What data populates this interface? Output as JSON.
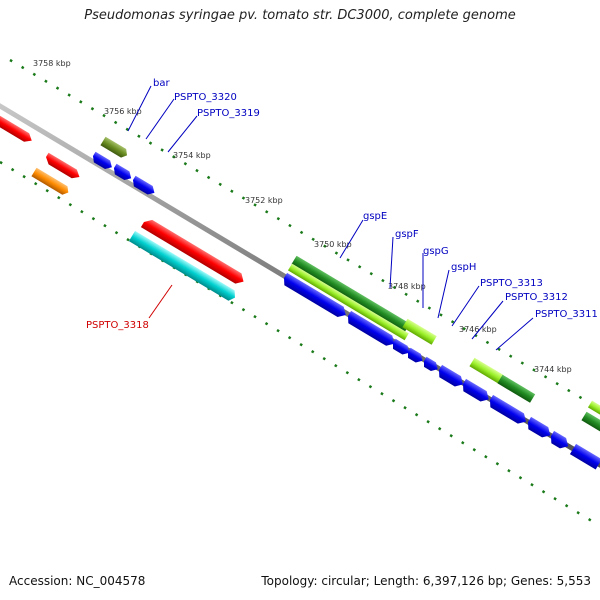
{
  "title": "Pseudomonas syringae pv. tomato str. DC3000, complete genome",
  "footer": {
    "accession": "Accession: NC_004578",
    "topology": "Topology: circular; Length: 6,397,126 bp; Genes: 5,553"
  },
  "ticks": [
    "3758 kbp",
    "3756 kbp",
    "3754 kbp",
    "3752 kbp",
    "3750 kbp",
    "3748 kbp",
    "3746 kbp",
    "3744 kbp"
  ],
  "gene_labels": {
    "bar": "bar",
    "pspto_3320": "PSPTO_3320",
    "pspto_3319": "PSPTO_3319",
    "gspe": "gspE",
    "gspf": "gspF",
    "gspg": "gspG",
    "gsph": "gspH",
    "pspto_3313": "PSPTO_3313",
    "pspto_3312": "PSPTO_3312",
    "pspto_3311": "PSPTO_3311",
    "pspto_3318": "PSPTO_3318"
  },
  "colors": {
    "backbone": "#808080",
    "tick_dots": "#1a7a1a",
    "label_blue": "#0000c0",
    "label_red": "#d00000",
    "red_gene": "#ff0000",
    "orange_gene": "#ff8c00",
    "cyan_gene": "#00cccc",
    "olive_gene": "#6b8e23",
    "dark_green_gene": "#228b22",
    "light_green_gene": "#90ee20",
    "blue_gene": "#0000ee"
  }
}
